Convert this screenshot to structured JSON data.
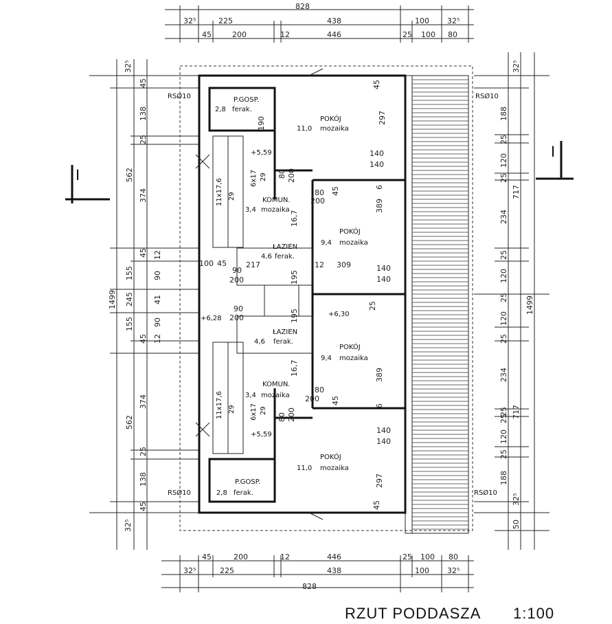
{
  "title": "RZUT PODDASZA",
  "scale": "1:100",
  "section_mark": "I",
  "top_dims": {
    "row1": [
      "32⁵",
      "225",
      "438",
      "100",
      "32⁵"
    ],
    "row2": [
      "45",
      "200",
      "12",
      "446",
      "25",
      "100",
      "80"
    ],
    "total": "828"
  },
  "bottom_dims": {
    "row1": [
      "45",
      "200",
      "12",
      "446",
      "25",
      "100",
      "80"
    ],
    "row2": [
      "32⁵",
      "225",
      "438",
      "100",
      "32⁵"
    ],
    "total": "828"
  },
  "left_dims": {
    "outer": [
      "1499"
    ],
    "mid": [
      "562",
      "155",
      "245",
      "155",
      "562"
    ],
    "inner": [
      "32⁵",
      "45",
      "138",
      "25",
      "374",
      "45",
      "12",
      "90",
      "41",
      "90",
      "12",
      "45",
      "374",
      "25",
      "138",
      "45",
      "32⁵"
    ]
  },
  "right_dims": {
    "outer": [
      "1499"
    ],
    "mid": [
      "717",
      "717"
    ],
    "inner": [
      "32⁵",
      "188",
      "25",
      "120",
      "25",
      "234",
      "25",
      "120",
      "25",
      "25",
      "120",
      "25",
      "234",
      "25",
      "120",
      "25",
      "188",
      "32⁵",
      "50"
    ]
  },
  "rooms": [
    {
      "name": "P.GOSP.",
      "area": "2,8",
      "floor": "ferak."
    },
    {
      "name": "POKÓJ",
      "area": "11,0",
      "floor": "mozaika"
    },
    {
      "name": "KOMUN.",
      "area": "3,4",
      "floor": "mozaika"
    },
    {
      "name": "POKÓJ",
      "area": "9,4",
      "floor": "mozaika"
    },
    {
      "name": "ŁAZIEN",
      "area": "4,6",
      "floor": "ferak."
    },
    {
      "name": "ŁAZIEN",
      "area": "4,6",
      "floor": "ferak."
    },
    {
      "name": "POKÓJ",
      "area": "9,4",
      "floor": "mozaika"
    },
    {
      "name": "KOMUN.",
      "area": "3,4",
      "floor": "mozaika"
    },
    {
      "name": "POKÓJ",
      "area": "11,0",
      "floor": "mozaika"
    },
    {
      "name": "P.GOSP.",
      "area": "2,8",
      "floor": "ferak."
    }
  ],
  "levels": [
    "+5,59",
    "+6,28",
    "+6,30",
    "+5,59"
  ],
  "chimney_labels": [
    "RSØ10",
    "RSØ10",
    "RSØ10",
    "RSØ10"
  ],
  "stairs": [
    "11x17,6",
    "29",
    "6x17",
    "29",
    "11x17,6",
    "29",
    "6x17",
    "29"
  ],
  "interior_dims": [
    "297",
    "45",
    "140",
    "140",
    "6",
    "389",
    "140",
    "140",
    "80",
    "45",
    "200",
    "12",
    "309",
    "217",
    "90",
    "200",
    "90",
    "200",
    "195",
    "16,7",
    "80",
    "45",
    "200",
    "389",
    "25",
    "6",
    "140",
    "140",
    "297",
    "45",
    "100",
    "45",
    "80",
    "200",
    "80",
    "200",
    "16,7",
    "195",
    "190"
  ]
}
